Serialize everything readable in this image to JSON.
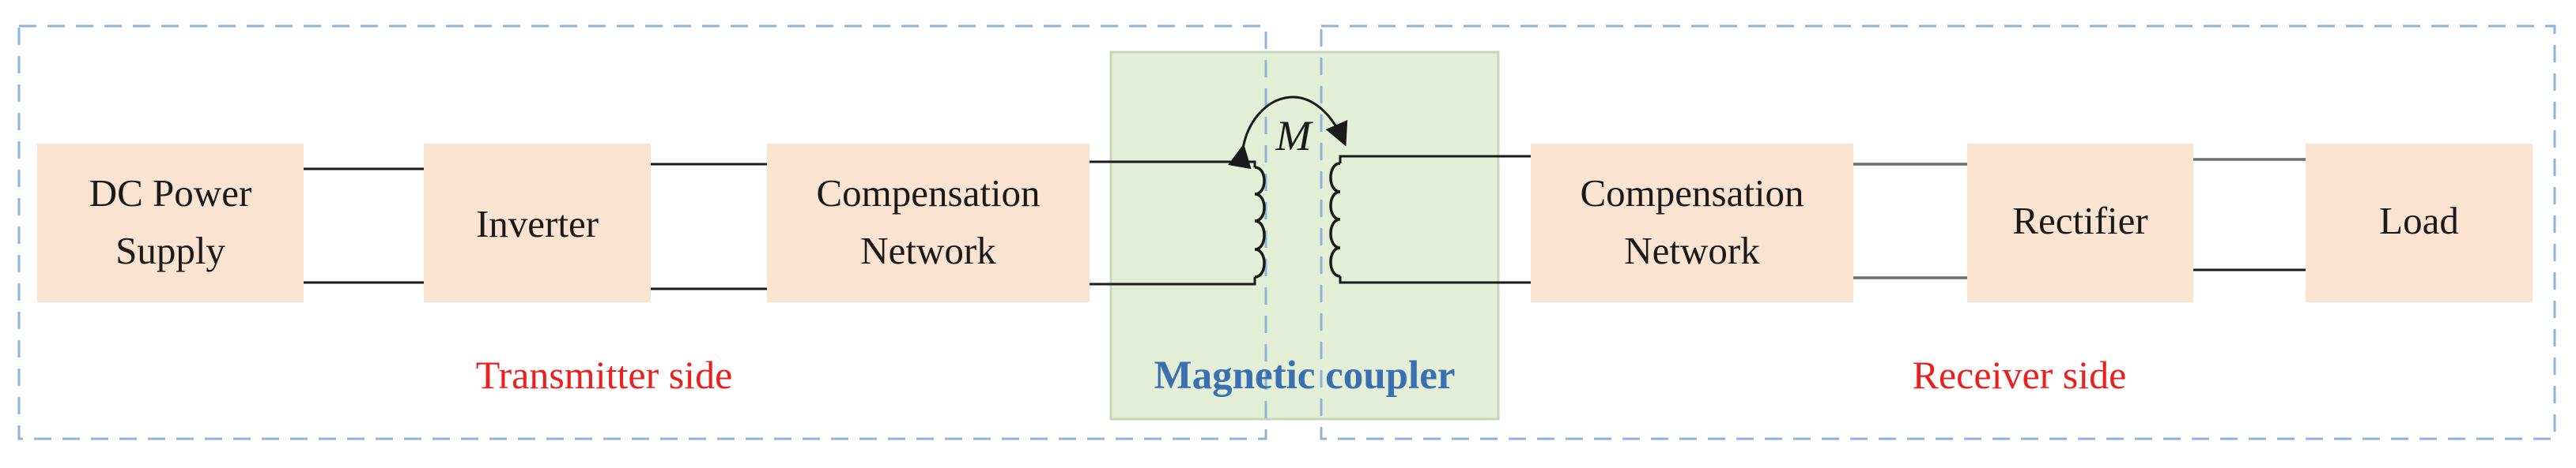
{
  "blocks": {
    "dc_power_supply": [
      "DC Power",
      "Supply"
    ],
    "inverter": "Inverter",
    "tx_compensation": [
      "Compensation",
      "Network"
    ],
    "rx_compensation": [
      "Compensation",
      "Network"
    ],
    "rectifier": "Rectifier",
    "load": "Load"
  },
  "labels": {
    "transmitter_side": "Transmitter side",
    "receiver_side": "Receiver side",
    "magnetic_coupler": "Magnetic coupler",
    "mutual_inductance": "M"
  },
  "colors": {
    "block_fill": "#fbe3d2",
    "coupler_fill": "#e2eed6",
    "dashed_border": "#8fb3d9",
    "side_label": "#e8211e",
    "coupler_label": "#3a6fb0"
  }
}
